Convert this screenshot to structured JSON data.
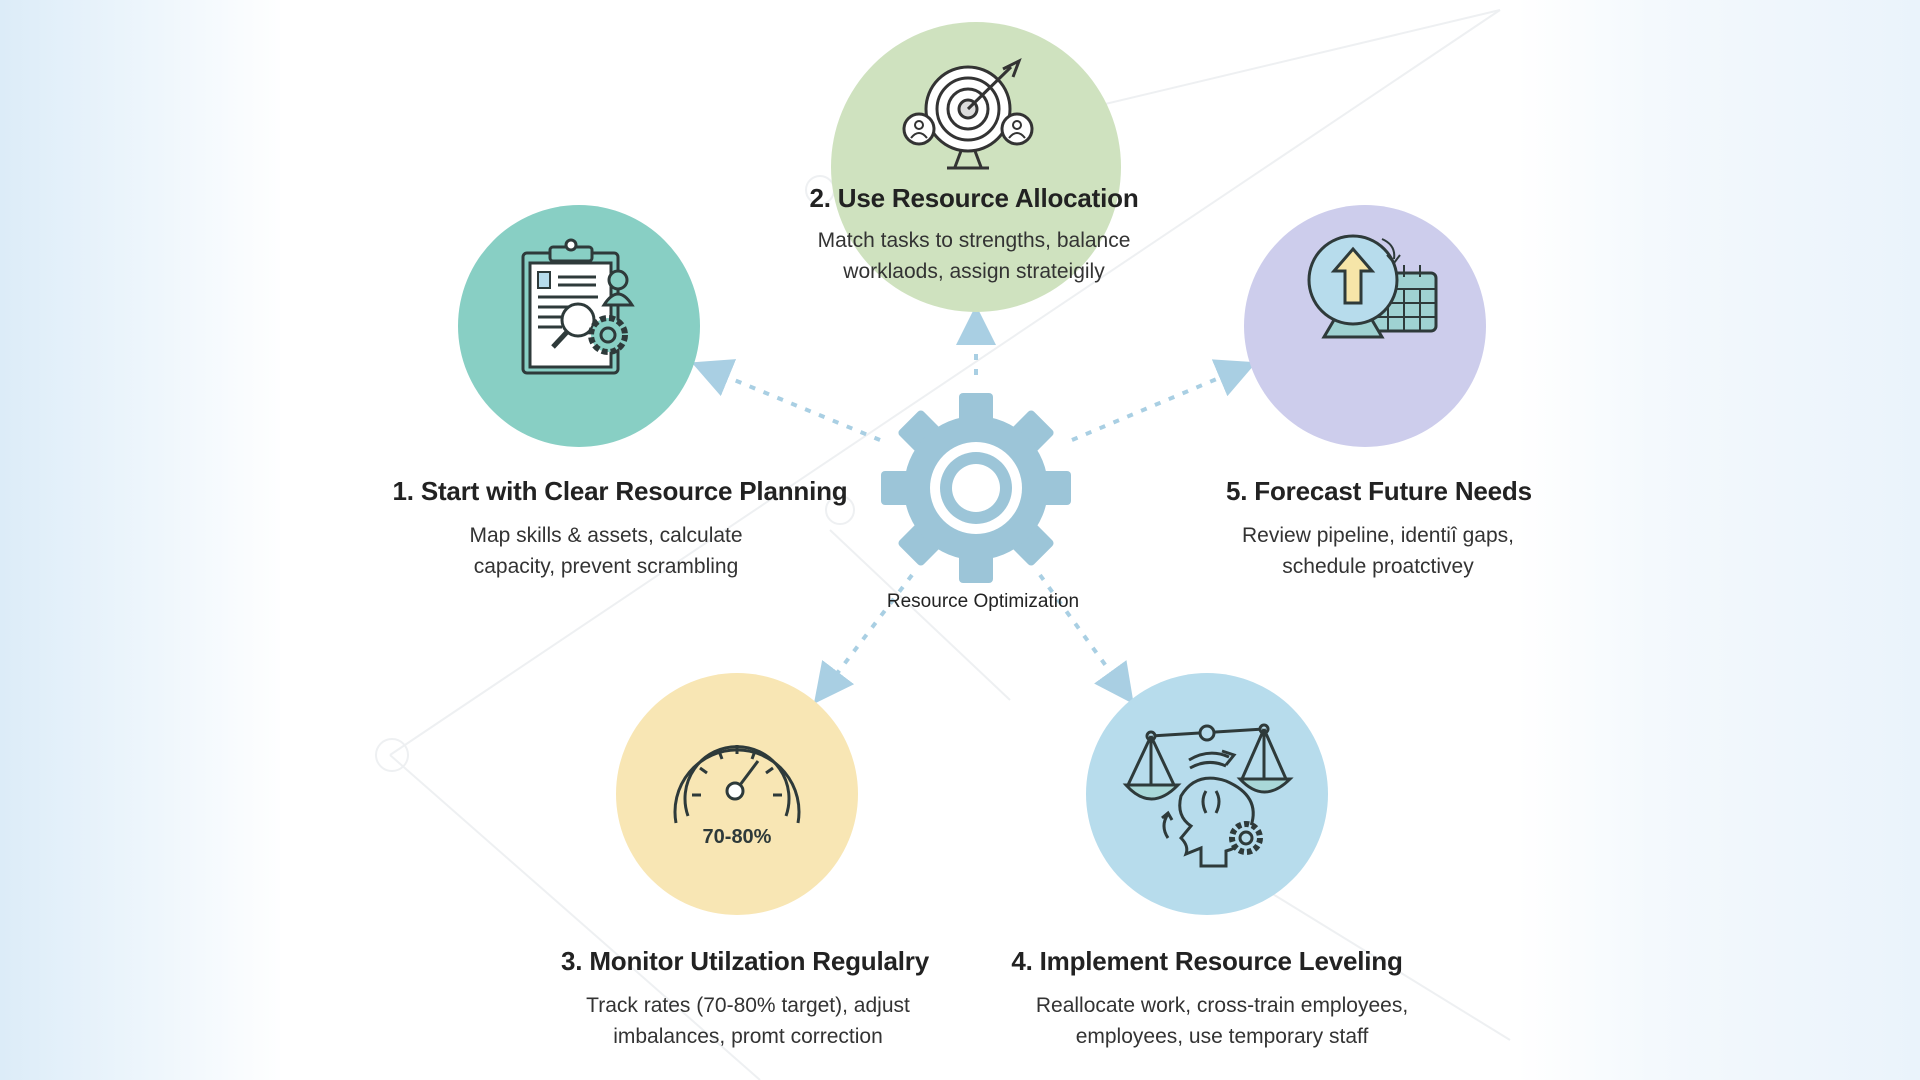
{
  "diagram": {
    "center": {
      "label": "Resource Optimization",
      "icon": "gear-icon",
      "color": "#9cc5d8"
    },
    "steps": [
      {
        "number": 1,
        "title": "1. Start with Clear Resource Planning",
        "description_lines": [
          "Map skills & assets, calculate",
          "capacity, prevent scrambling"
        ],
        "icon": "clipboard-search-gear-icon",
        "color": "#88cfc4"
      },
      {
        "number": 2,
        "title": "2. Use Resource Allocation",
        "description_lines": [
          "Match tasks to strengths, balance",
          "worklaods, assign strateigily"
        ],
        "icon": "target-arrow-people-icon",
        "color": "#cfe2bf"
      },
      {
        "number": 3,
        "title": "3. Monitor Utilzation Regulalry",
        "description_lines": [
          "Track rates (70-80% target), adjust",
          "imbalances, promt correction"
        ],
        "icon": "gauge-icon",
        "icon_label": "70-80%",
        "color": "#f8e6b4"
      },
      {
        "number": 4,
        "title": "4. Implement Resource Leveling",
        "description_lines": [
          "Reallocate work, cross-train employees,",
          "employees, use temporary staff"
        ],
        "icon": "scale-brain-gear-icon",
        "color": "#b7dcec"
      },
      {
        "number": 5,
        "title": "5. Forecast Future Needs",
        "description_lines": [
          "Review pipeline, identiî gaps,",
          "schedule proatctivey"
        ],
        "icon": "crystal-ball-calendar-icon",
        "color": "#cdcdec"
      }
    ],
    "connector_color": "#a9cfe3"
  }
}
